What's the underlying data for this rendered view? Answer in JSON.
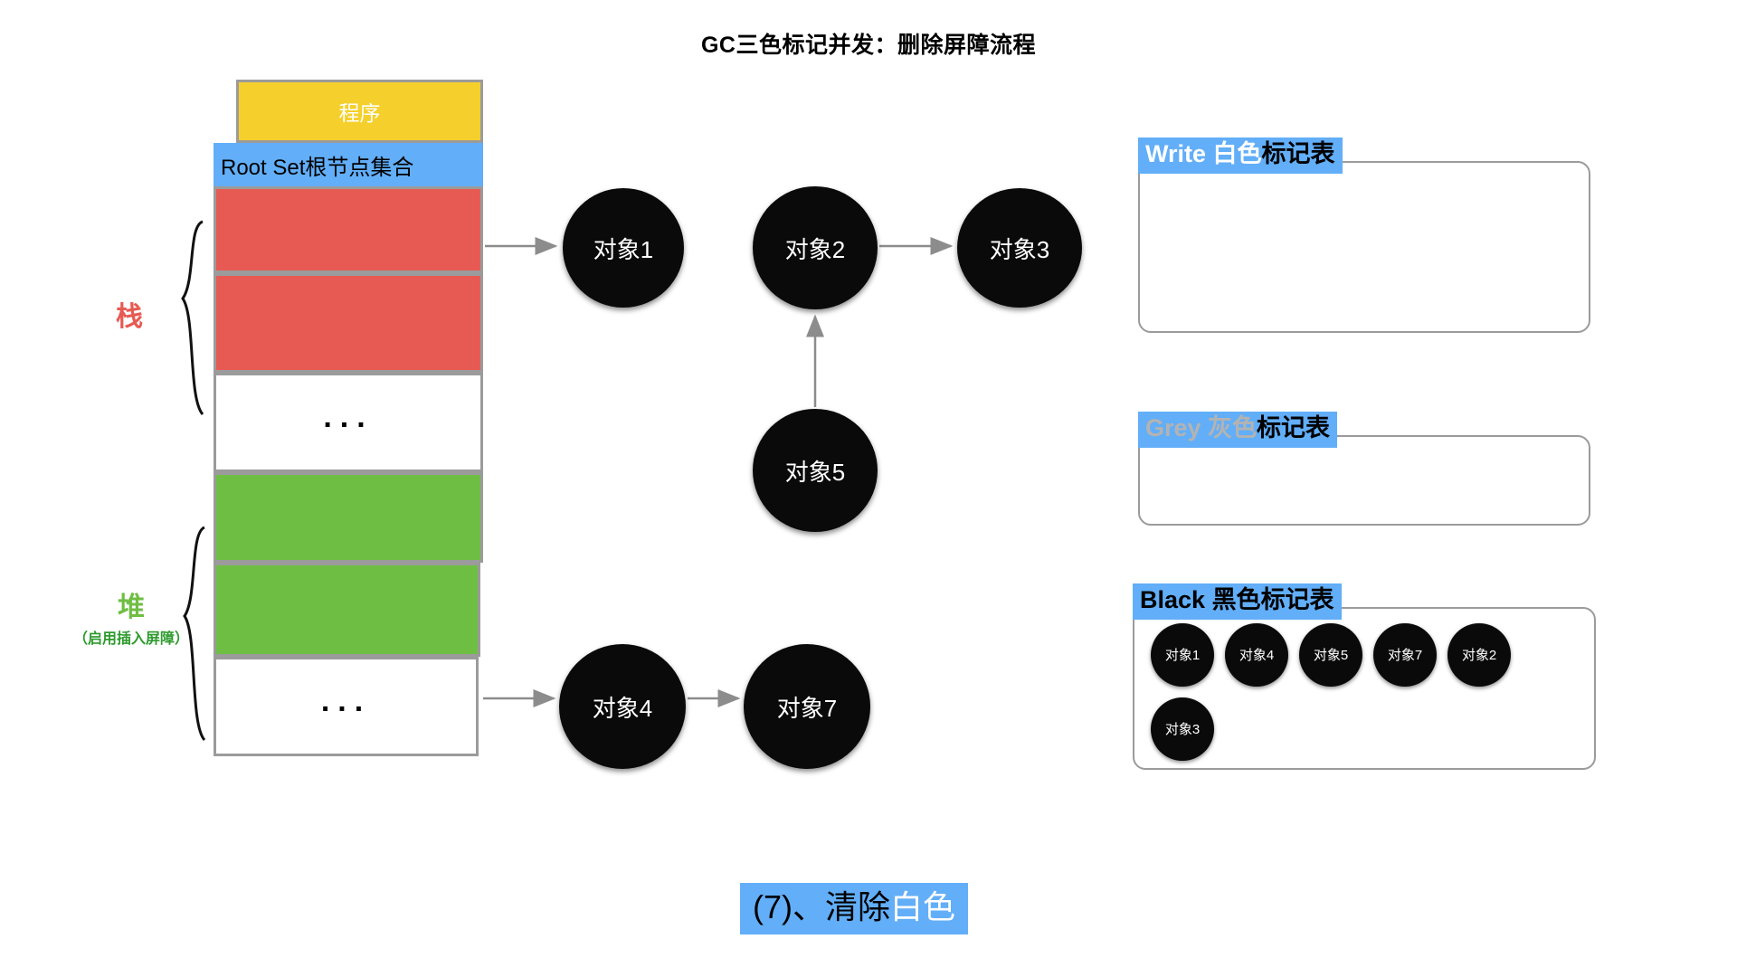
{
  "title": "GC三色标记并发：删除屏障流程",
  "memory": {
    "program_label": "程序",
    "rootset_label": "Root Set根节点集合",
    "dots": "...",
    "cells": [
      {
        "name": "program",
        "label": "程序",
        "color": "#F5D02C"
      },
      {
        "name": "root-set",
        "label": "Root Set根节点集合",
        "color": "#62AEF8"
      },
      {
        "name": "stack-slot-1",
        "label": "",
        "color": "#E75A53"
      },
      {
        "name": "stack-slot-2",
        "label": "",
        "color": "#E75A53"
      },
      {
        "name": "stack-ellipsis",
        "label": "...",
        "color": "#FFFFFF"
      },
      {
        "name": "heap-slot-1",
        "label": "",
        "color": "#6FBE44"
      },
      {
        "name": "heap-slot-2",
        "label": "",
        "color": "#6FBE44"
      },
      {
        "name": "heap-ellipsis",
        "label": "...",
        "color": "#FFFFFF"
      }
    ]
  },
  "side_labels": {
    "stack": {
      "text": "栈",
      "color": "#E75A53"
    },
    "heap": {
      "text": "堆",
      "sub": "（启用插入屏障）",
      "color": "#6FBE44"
    }
  },
  "graph": {
    "nodes": [
      {
        "id": "obj1",
        "label": "对象1"
      },
      {
        "id": "obj2",
        "label": "对象2"
      },
      {
        "id": "obj3",
        "label": "对象3"
      },
      {
        "id": "obj5",
        "label": "对象5"
      },
      {
        "id": "obj4",
        "label": "对象4"
      },
      {
        "id": "obj7",
        "label": "对象7"
      }
    ],
    "edges": [
      {
        "from": "stack-slot-1",
        "to": "obj1"
      },
      {
        "from": "obj2",
        "to": "obj3"
      },
      {
        "from": "obj5",
        "to": "obj2"
      },
      {
        "from": "heap-slot-2",
        "to": "obj4"
      },
      {
        "from": "obj4",
        "to": "obj7"
      }
    ]
  },
  "tables": [
    {
      "name": "white",
      "caption_en": "Write ",
      "caption_cn_colored": "白色",
      "caption_cn_plain": "标记表",
      "en_color": "#ffffff",
      "cn_color": "#ffffff",
      "highlight": "#62AEF8",
      "items": []
    },
    {
      "name": "grey",
      "caption_en": "Grey ",
      "caption_cn_colored": "灰色",
      "caption_cn_plain": "标记表",
      "en_color": "#b3b3b3",
      "cn_color": "#b3b3b3",
      "highlight": "#62AEF8",
      "items": []
    },
    {
      "name": "black",
      "caption_en": "Black ",
      "caption_cn_colored": "黑色",
      "caption_cn_plain": "标记表",
      "en_color": "#000000",
      "cn_color": "#000000",
      "highlight": "#62AEF8",
      "items": [
        "对象1",
        "对象4",
        "对象5",
        "对象7",
        "对象2",
        "对象3"
      ]
    }
  ],
  "caption": {
    "plain": "(7)、清除",
    "highlighted": "白色",
    "background": "#62AEF8"
  },
  "colors": {
    "yellow": "#F5D02C",
    "blue": "#62AEF8",
    "red": "#E75A53",
    "green": "#6FBE44",
    "node": "#0a0a0a",
    "edge": "#8c8c8c",
    "border": "#9b9b9b"
  }
}
